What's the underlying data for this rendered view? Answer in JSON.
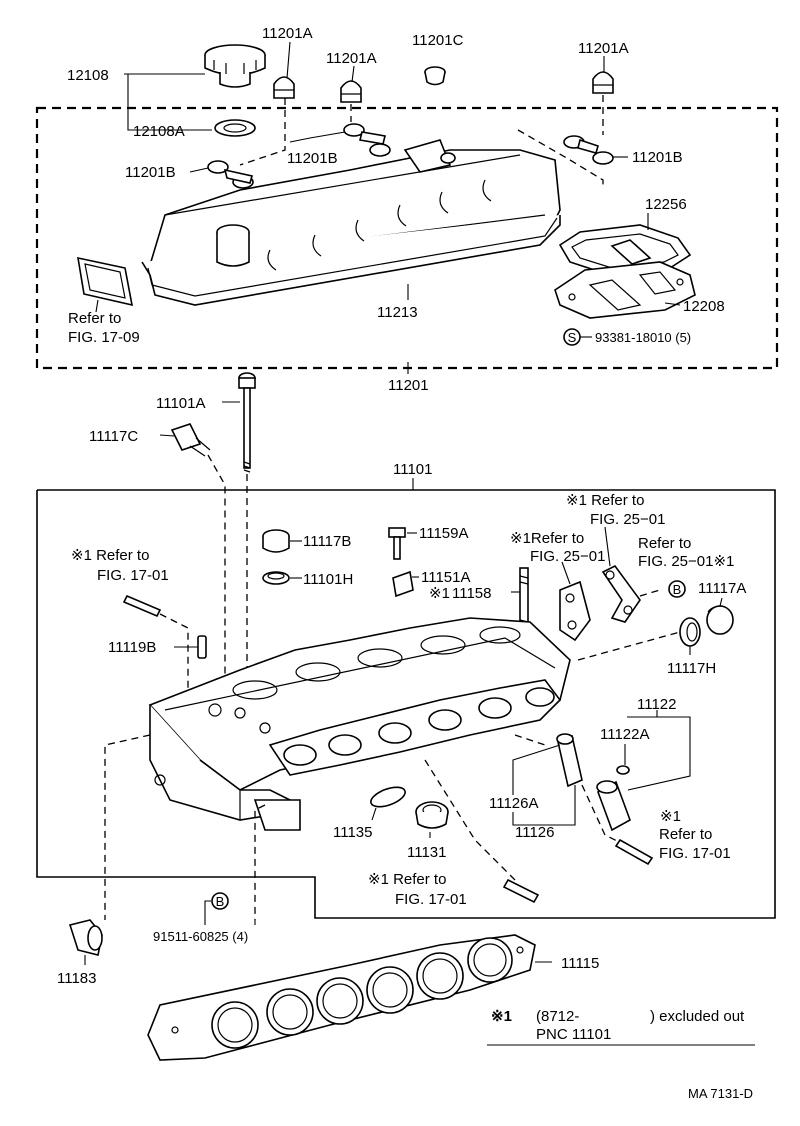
{
  "parts": {
    "p12108": "12108",
    "p12108a": "12108A",
    "p11201a_1": "11201A",
    "p11201a_2": "11201A",
    "p11201c": "11201C",
    "p11201a_3": "11201A",
    "p11201b_1": "11201B",
    "p11201b_2": "11201B",
    "p11201b_3": "11201B",
    "p12256": "12256",
    "p12208": "12208",
    "p11213": "11213",
    "p11201": "11201",
    "p11101a": "11101A",
    "p11117c": "11117C",
    "p11101": "11101",
    "p11117b": "11117B",
    "p11159a": "11159A",
    "p11101h": "11101H",
    "p11151a": "11151A",
    "p11158": "11158",
    "p11119b": "11119B",
    "p11117a": "11117A",
    "p11117h": "11117H",
    "p11122": "11122",
    "p11122a": "11122A",
    "p11126a": "11126A",
    "p11126": "11126",
    "p11135": "11135",
    "p11131": "11131",
    "p11183": "11183",
    "p11115": "11115"
  },
  "refs": {
    "refer_to": "Refer to",
    "fig_17_09": "FIG. 17-09",
    "ref_25_01_a": "※1 Refer to",
    "fig_25_01_a": "FIG. 25−01",
    "ref_25_01_b": "※1Refer to",
    "fig_25_01_b": "FIG. 25−01",
    "ref_25_01_c": "Refer to",
    "fig_25_01_c": "FIG. 25−01※1",
    "ref_17_01_a": "※1 Refer to",
    "fig_17_01_a": "FIG. 17-01",
    "ref_17_01_b_mark": "※1",
    "ref_17_01_b": "Refer to",
    "fig_17_01_b": "FIG. 17-01",
    "ref_17_01_c": "※1 Refer to",
    "fig_17_01_c": "FIG. 17-01",
    "star_11158": "※1"
  },
  "fasteners": {
    "s_symbol": "S",
    "s_part": "93381-18010 (5)",
    "b_symbol": "B",
    "b_part": "91511-60825 (4)"
  },
  "note": {
    "mark": "※1",
    "date_code": "(8712-",
    "excluded": ") excluded out",
    "pnc": "PNC 11101"
  },
  "figure_code": "MA 7131-D"
}
